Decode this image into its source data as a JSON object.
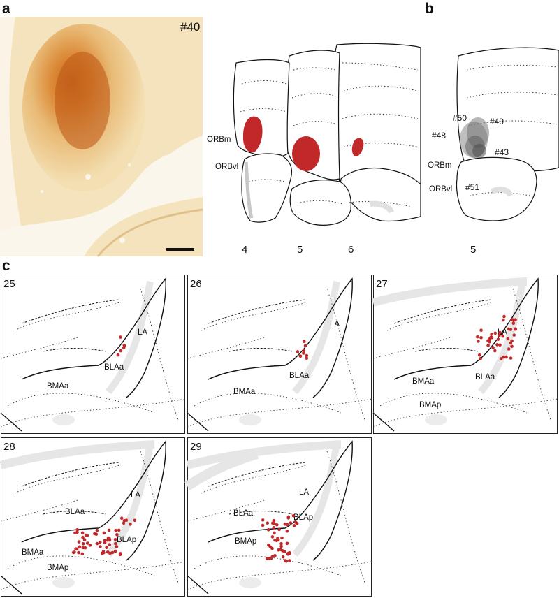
{
  "panel_a": {
    "letter": "a",
    "sample_label": "#40"
  },
  "panel_a_maps": {
    "labels": [
      "ORBm",
      "ORBvl"
    ],
    "section_numbers": [
      "4",
      "5",
      "6"
    ],
    "lesion_color": "#c0282a"
  },
  "panel_b": {
    "letter": "b",
    "case_labels": [
      "#50",
      "#49",
      "#48",
      "#43",
      "#51"
    ],
    "region_labels": [
      "ORBm",
      "ORBvl"
    ],
    "section_number": "5"
  },
  "panel_c": {
    "letter": "c",
    "sections": [
      {
        "number": "25",
        "labels": [
          "LA",
          "BLAa",
          "BMAa"
        ]
      },
      {
        "number": "26",
        "labels": [
          "LA",
          "BLAa",
          "BMAa"
        ]
      },
      {
        "number": "27",
        "labels": [
          "LA",
          "BLAa",
          "BMAa",
          "BMAp"
        ]
      },
      {
        "number": "28",
        "labels": [
          "LA",
          "BLAa",
          "BLAp",
          "BMAa",
          "BMAp"
        ]
      },
      {
        "number": "29",
        "labels": [
          "LA",
          "BLAa",
          "BLAp",
          "BMAp"
        ]
      }
    ],
    "cell_color": "#c0282a"
  },
  "colors": {
    "stain_light": "#f1dcaa",
    "stain_dark": "#c4621a",
    "outline": "#111111",
    "fiber_gray": "#e3e3e3"
  }
}
